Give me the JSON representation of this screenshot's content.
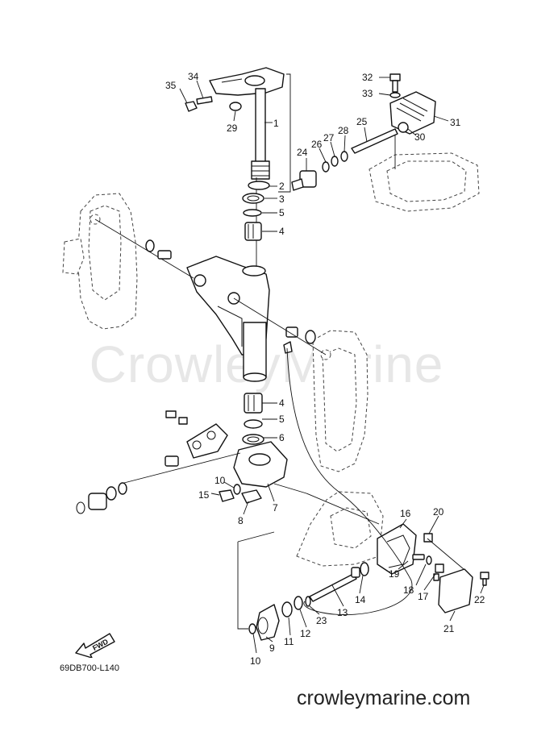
{
  "watermark": "CrowleyMarine",
  "diagram_code": "69DB700-L140",
  "footer_url": "crowleymarine.com",
  "fwd_label": "FWD",
  "callouts": [
    {
      "id": "c35",
      "label": "35"
    },
    {
      "id": "c34",
      "label": "34"
    },
    {
      "id": "c29",
      "label": "29"
    },
    {
      "id": "c1",
      "label": "1"
    },
    {
      "id": "c2",
      "label": "2"
    },
    {
      "id": "c3",
      "label": "3"
    },
    {
      "id": "c5a",
      "label": "5"
    },
    {
      "id": "c4a",
      "label": "4"
    },
    {
      "id": "c32",
      "label": "32"
    },
    {
      "id": "c33",
      "label": "33"
    },
    {
      "id": "c31",
      "label": "31"
    },
    {
      "id": "c30",
      "label": "30"
    },
    {
      "id": "c25",
      "label": "25"
    },
    {
      "id": "c28",
      "label": "28"
    },
    {
      "id": "c27",
      "label": "27"
    },
    {
      "id": "c26",
      "label": "26"
    },
    {
      "id": "c24",
      "label": "24"
    },
    {
      "id": "c4b",
      "label": "4"
    },
    {
      "id": "c5b",
      "label": "5"
    },
    {
      "id": "c6",
      "label": "6"
    },
    {
      "id": "c7",
      "label": "7"
    },
    {
      "id": "c10a",
      "label": "10"
    },
    {
      "id": "c15",
      "label": "15"
    },
    {
      "id": "c8",
      "label": "8"
    },
    {
      "id": "c16",
      "label": "16"
    },
    {
      "id": "c20",
      "label": "20"
    },
    {
      "id": "c19",
      "label": "19"
    },
    {
      "id": "c18",
      "label": "18"
    },
    {
      "id": "c17",
      "label": "17"
    },
    {
      "id": "c22",
      "label": "22"
    },
    {
      "id": "c21",
      "label": "21"
    },
    {
      "id": "c14",
      "label": "14"
    },
    {
      "id": "c13",
      "label": "13"
    },
    {
      "id": "c23",
      "label": "23"
    },
    {
      "id": "c12",
      "label": "12"
    },
    {
      "id": "c11",
      "label": "11"
    },
    {
      "id": "c9",
      "label": "9"
    },
    {
      "id": "c10b",
      "label": "10"
    }
  ]
}
